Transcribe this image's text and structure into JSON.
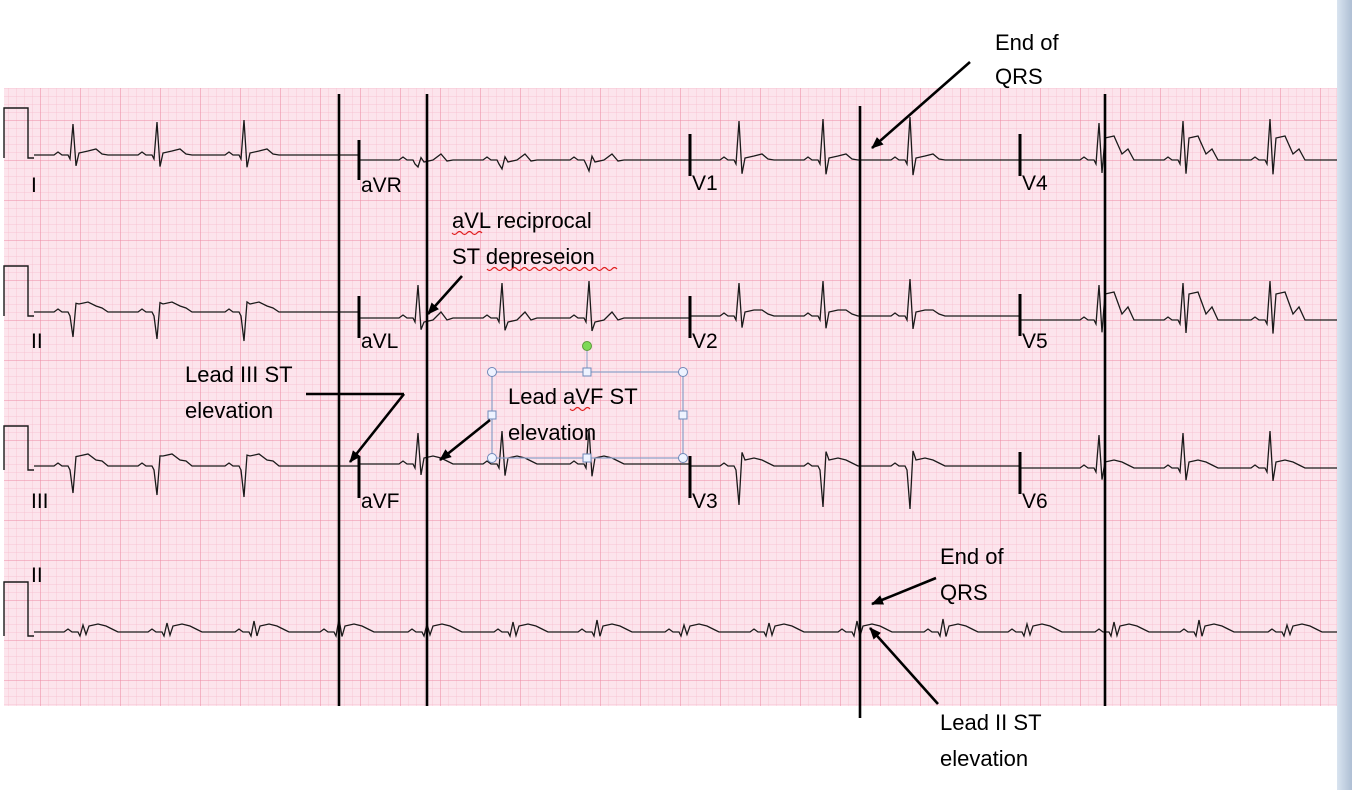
{
  "leads": {
    "I": "I",
    "aVR": "aVR",
    "V1": "V1",
    "V4": "V4",
    "II": "II",
    "aVL": "aVL",
    "V2": "V2",
    "V5": "V5",
    "III": "III",
    "aVF": "aVF",
    "V3": "V3",
    "V6": "V6",
    "rhythm": "II"
  },
  "annotations": {
    "end_qrs_top_line1": "End of",
    "end_qrs_top_line2": "QRS",
    "avl_line1": "aVL reciprocal",
    "avl_line2": "ST depreseion",
    "lead3_line1": "Lead III ST",
    "lead3_line2": "elevation",
    "avf_line1": "Lead aVF ST",
    "avf_line2": "elevation",
    "end_qrs_bottom_line1": "End of",
    "end_qrs_bottom_line2": "QRS",
    "lead2_line1": "Lead II ST",
    "lead2_line2": "elevation"
  },
  "colors": {
    "grid_background": "#fce4ec",
    "grid_minor": "#f6bccb",
    "grid_major": "#ec8aa3",
    "trace": "#1a1a1a",
    "selection_box": "#8aa0c8",
    "rotate_handle": "#7ed957"
  }
}
